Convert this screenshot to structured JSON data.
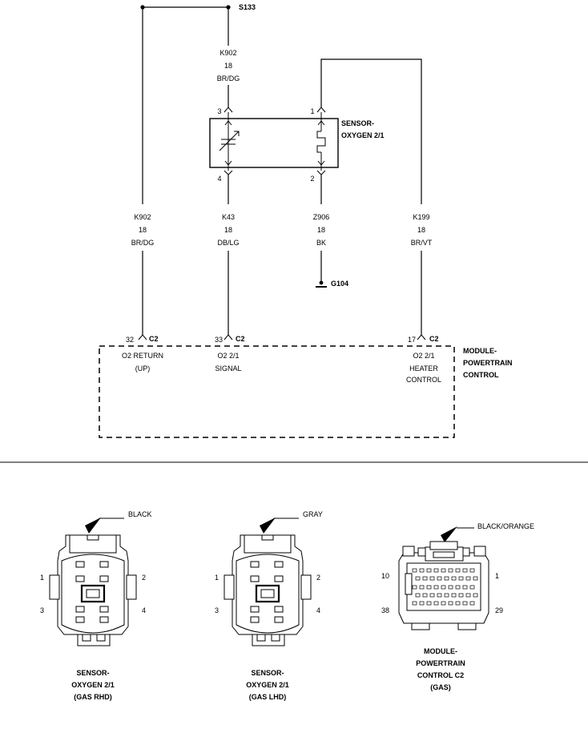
{
  "splice": {
    "label": "S133"
  },
  "wire_k902_top": {
    "circuit": "K902",
    "gauge": "18",
    "color": "BR/DG"
  },
  "sensor": {
    "line1": "SENSOR-",
    "line2": "OXYGEN 2/1",
    "pin3": "3",
    "pin1": "1",
    "pin4": "4",
    "pin2": "2"
  },
  "wire_k902": {
    "circuit": "K902",
    "gauge": "18",
    "color": "BR/DG"
  },
  "wire_k43": {
    "circuit": "K43",
    "gauge": "18",
    "color": "DB/LG"
  },
  "wire_z906": {
    "circuit": "Z906",
    "gauge": "18",
    "color": "BK"
  },
  "wire_k199": {
    "circuit": "K199",
    "gauge": "18",
    "color": "BR/VT"
  },
  "ground": {
    "label": "G104"
  },
  "module": {
    "line1": "MODULE-",
    "line2": "POWERTRAIN",
    "line3": "CONTROL",
    "pins": [
      {
        "pin": "32",
        "conn": "C2",
        "l1": "O2 RETURN",
        "l2": "(UP)",
        "l3": ""
      },
      {
        "pin": "33",
        "conn": "C2",
        "l1": "O2 2/1",
        "l2": "SIGNAL",
        "l3": ""
      },
      {
        "pin": "17",
        "conn": "C2",
        "l1": "O2 2/1",
        "l2": "HEATER",
        "l3": "CONTROL"
      }
    ]
  },
  "connectors": [
    {
      "color": "BLACK",
      "n1": "1",
      "n2": "2",
      "n3": "3",
      "n4": "4",
      "t1": "SENSOR-",
      "t2": "OXYGEN 2/1",
      "t3": "(GAS RHD)"
    },
    {
      "color": "GRAY",
      "n1": "1",
      "n2": "2",
      "n3": "3",
      "n4": "4",
      "t1": "SENSOR-",
      "t2": "OXYGEN 2/1",
      "t3": "(GAS LHD)"
    },
    {
      "color": "BLACK/ORANGE",
      "n1": "10",
      "n2": "1",
      "n3": "38",
      "n4": "29",
      "t1": "MODULE-",
      "t2": "POWERTRAIN",
      "t3": "CONTROL C2",
      "t4": "(GAS)"
    }
  ]
}
